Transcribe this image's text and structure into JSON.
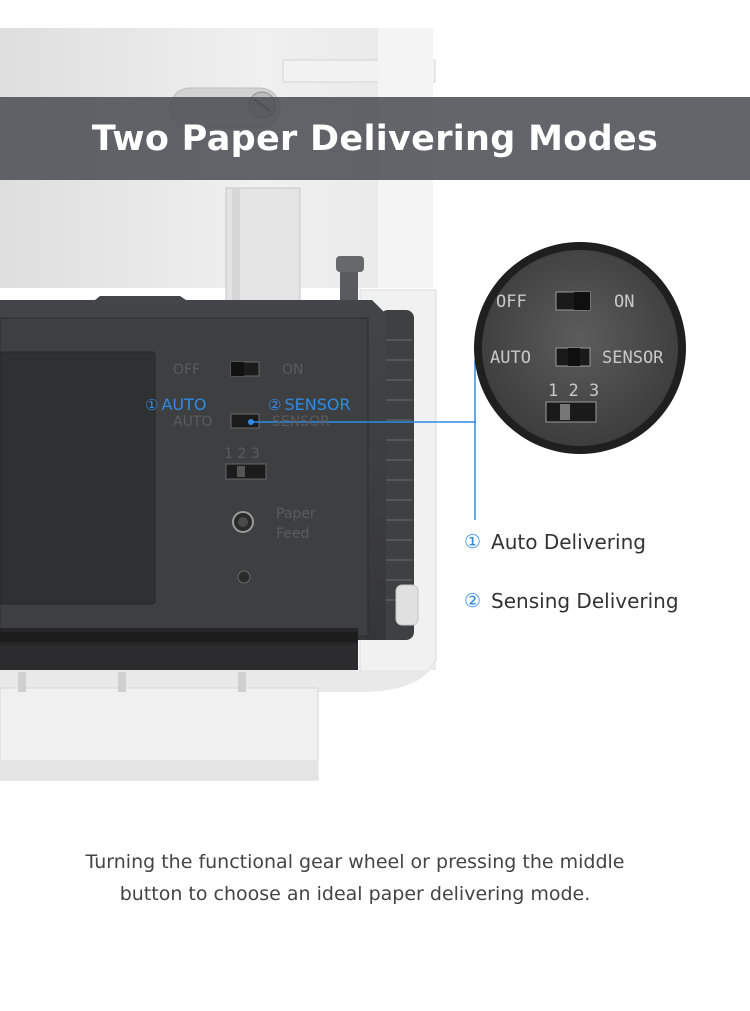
{
  "title": "Two Paper Delivering Modes",
  "device": {
    "switch1": {
      "off": "OFF",
      "on": "ON"
    },
    "switch2": {
      "auto": "AUTO",
      "sensor": "SENSOR"
    },
    "switch3": {
      "numbers": "1 2 3"
    },
    "paper_feed": [
      "Paper",
      "Feed"
    ]
  },
  "overlay": {
    "auto": {
      "num": "①",
      "label": "AUTO"
    },
    "sensor": {
      "num": "②",
      "label": "SENSOR"
    }
  },
  "zoom": {
    "off": "OFF",
    "on": "ON",
    "auto": "AUTO",
    "sensor": "SENSOR",
    "numbers": "1 2 3"
  },
  "legend": [
    {
      "num": "①",
      "label": "Auto Delivering"
    },
    {
      "num": "②",
      "label": "Sensing Delivering"
    }
  ],
  "caption": [
    "Turning the functional gear wheel or pressing the middle",
    "button to choose an ideal paper delivering mode."
  ],
  "colors": {
    "accent": "#2f8be6",
    "banner": "#484c50",
    "device": "#3a3b3d"
  }
}
